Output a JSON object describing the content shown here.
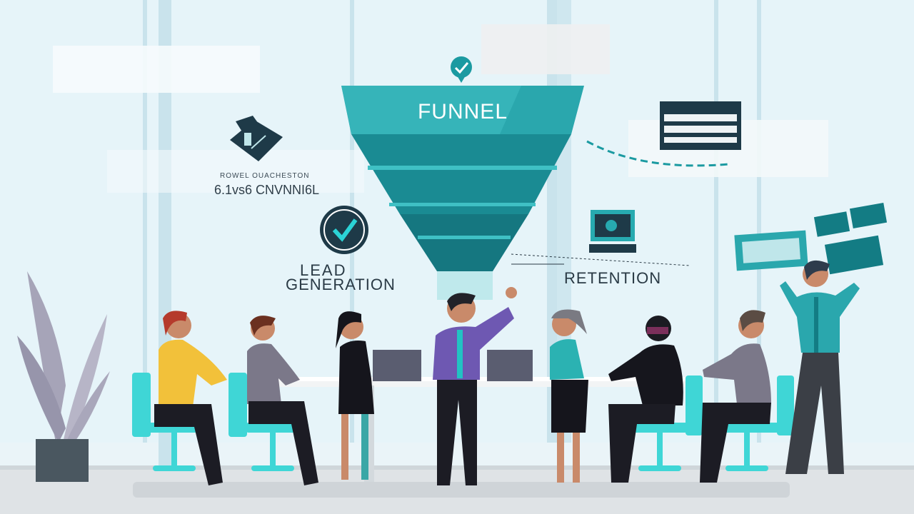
{
  "labels": {
    "funnel": "FUNNEL",
    "lead_line1": "LEAD",
    "lead_line2": "GENERATION",
    "retention": "RETENTION",
    "garbled_small": "ROWEL OUACHESTON",
    "garbled_big": "6.1vs6 CNVNNI6L"
  },
  "icons": [
    "check-badge-icon",
    "check-pin-icon",
    "chart-note-icon",
    "monitor-icon",
    "dashboard-card-icon",
    "plant-icon"
  ],
  "colors": {
    "teal": "#2aa7ad",
    "teal_dark": "#137c84",
    "navy": "#1e3a48",
    "chair": "#3fd6d6",
    "background": "#eaf3f7"
  }
}
